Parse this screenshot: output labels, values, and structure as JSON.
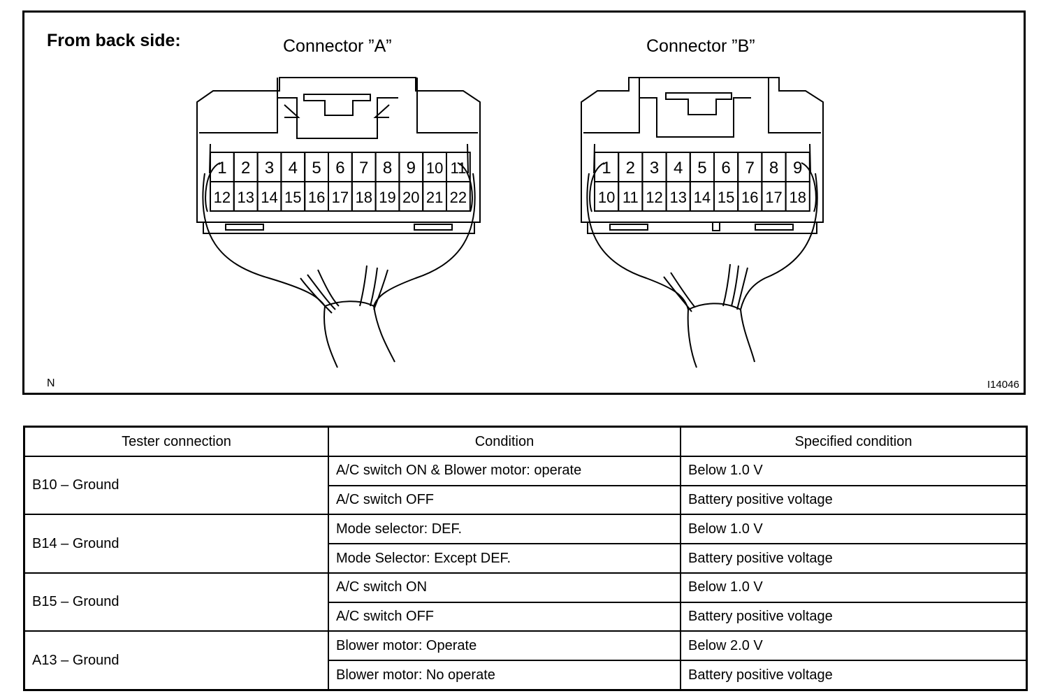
{
  "figure": {
    "view_label": "From back side:",
    "corner_left": "N",
    "corner_right": "I14046",
    "connector_a": {
      "title": "Connector ”A”",
      "top_row": [
        "1",
        "2",
        "3",
        "4",
        "5",
        "6",
        "7",
        "8",
        "9",
        "10",
        "11"
      ],
      "bottom_row": [
        "12",
        "13",
        "14",
        "15",
        "16",
        "17",
        "18",
        "19",
        "20",
        "21",
        "22"
      ]
    },
    "connector_b": {
      "title": "Connector ”B”",
      "top_row": [
        "1",
        "2",
        "3",
        "4",
        "5",
        "6",
        "7",
        "8",
        "9"
      ],
      "bottom_row": [
        "10",
        "11",
        "12",
        "13",
        "14",
        "15",
        "16",
        "17",
        "18"
      ]
    }
  },
  "table": {
    "headers": [
      "Tester connection",
      "Condition",
      "Specified condition"
    ],
    "groups": [
      {
        "connection": "B10 – Ground",
        "rows": [
          {
            "condition": "A/C switch ON & Blower motor: operate",
            "spec": "Below 1.0 V"
          },
          {
            "condition": "A/C switch OFF",
            "spec": "Battery positive voltage"
          }
        ]
      },
      {
        "connection": "B14 – Ground",
        "rows": [
          {
            "condition": "Mode selector: DEF.",
            "spec": "Below 1.0 V"
          },
          {
            "condition": "Mode Selector: Except DEF.",
            "spec": "Battery positive voltage"
          }
        ]
      },
      {
        "connection": "B15 – Ground",
        "rows": [
          {
            "condition": "A/C switch ON",
            "spec": "Below 1.0 V"
          },
          {
            "condition": "A/C switch OFF",
            "spec": "Battery positive voltage"
          }
        ]
      },
      {
        "connection": "A13 – Ground",
        "rows": [
          {
            "condition": "Blower motor: Operate",
            "spec": "Below 2.0 V"
          },
          {
            "condition": "Blower motor: No operate",
            "spec": "Battery positive voltage"
          }
        ]
      }
    ]
  }
}
